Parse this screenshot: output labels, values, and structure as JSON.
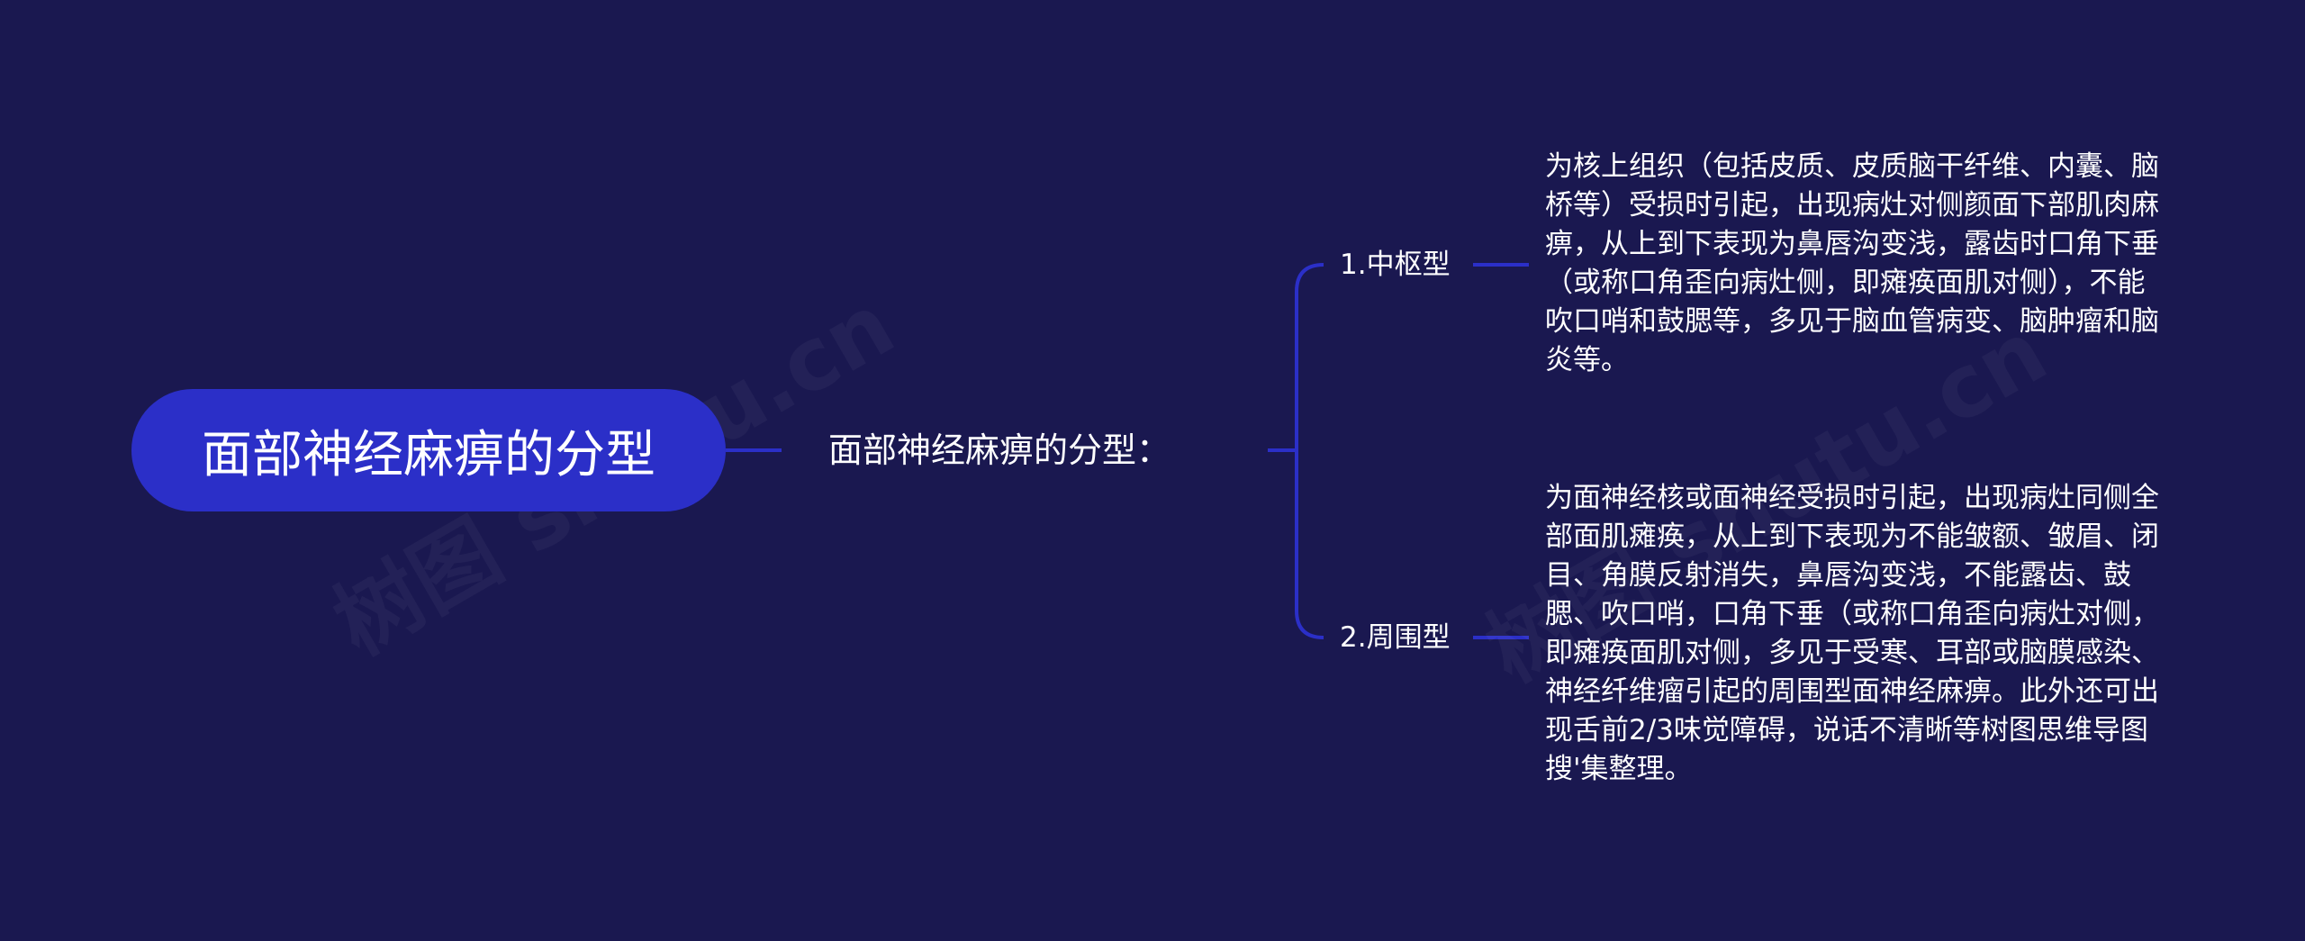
{
  "mindmap": {
    "root": "面部神经麻痹的分型",
    "subtitle": "面部神经麻痹的分型：",
    "branches": [
      {
        "label": "1.中枢型",
        "detail": "为核上组织（包括皮质、皮质脑干纤维、内囊、脑桥等）受损时引起，出现病灶对侧颜面下部肌肉麻痹，从上到下表现为鼻唇沟变浅，露齿时口角下垂（或称口角歪向病灶侧，即瘫痪面肌对侧），不能吹口哨和鼓腮等，多见于脑血管病变、脑肿瘤和脑炎等。"
      },
      {
        "label": "2.周围型",
        "detail": "为面神经核或面神经受损时引起，出现病灶同侧全部面肌瘫痪，从上到下表现为不能皱额、皱眉、闭目、角膜反射消失，鼻唇沟变浅，不能露齿、鼓腮、吹口哨，口角下垂（或称口角歪向病灶对侧，即瘫痪面肌对侧，多见于受寒、耳部或脑膜感染、神经纤维瘤引起的周围型面神经麻痹。此外还可出现舌前2/3味觉障碍，说话不清晰等树图思维导图搜'集整理。"
      }
    ]
  },
  "colors": {
    "background": "#1a1850",
    "root_fill": "#2b2fc8",
    "connector": "#2b2fc8",
    "text": "#ffffff"
  }
}
